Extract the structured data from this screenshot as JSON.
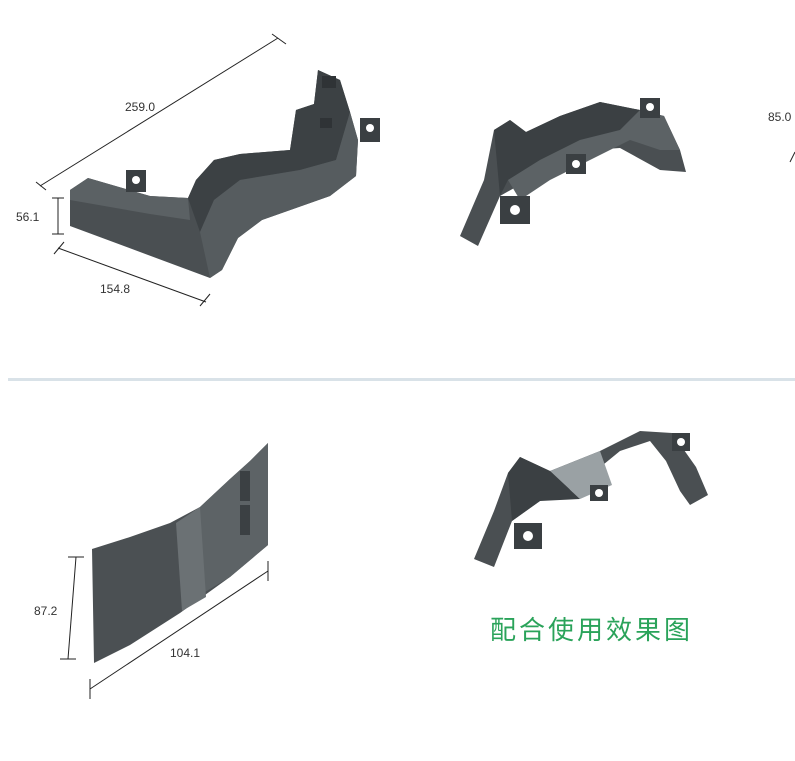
{
  "colors": {
    "part": "#4a4f52",
    "part_dark": "#33373a",
    "part_light": "#6c7275",
    "dimension_line": "#222222",
    "divider": "#d9e2e8",
    "caption": "#2aa35a"
  },
  "views": {
    "top_left": {
      "dim_length": "259.0",
      "dim_height": "56.1",
      "dim_width": "154.8"
    },
    "top_right": {
      "dim_partial": "85.0"
    },
    "bottom_left": {
      "dim_height": "87.2",
      "dim_width": "104.1"
    },
    "bottom_right": {
      "caption": "配合使用效果图"
    }
  }
}
